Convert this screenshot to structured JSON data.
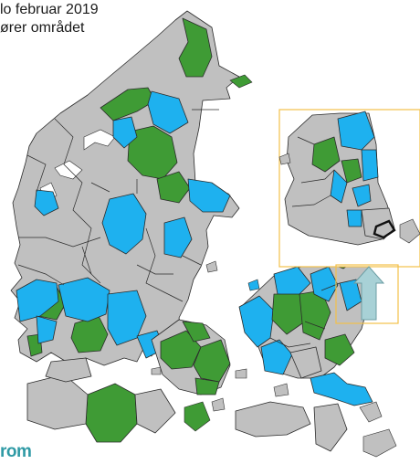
{
  "header": {
    "line1": "lo februar 2019",
    "line2": "ører området"
  },
  "logo_text": "rom",
  "colors": {
    "gray": "#c0c0c0",
    "green": "#3f9b35",
    "blue": "#1eb1ef",
    "inset_frame": "#f2c04a",
    "arrow": "#a8d1d6",
    "border": "#2b2b2b"
  },
  "legend_meaning": {
    "green": "",
    "blue": "",
    "gray": ""
  }
}
